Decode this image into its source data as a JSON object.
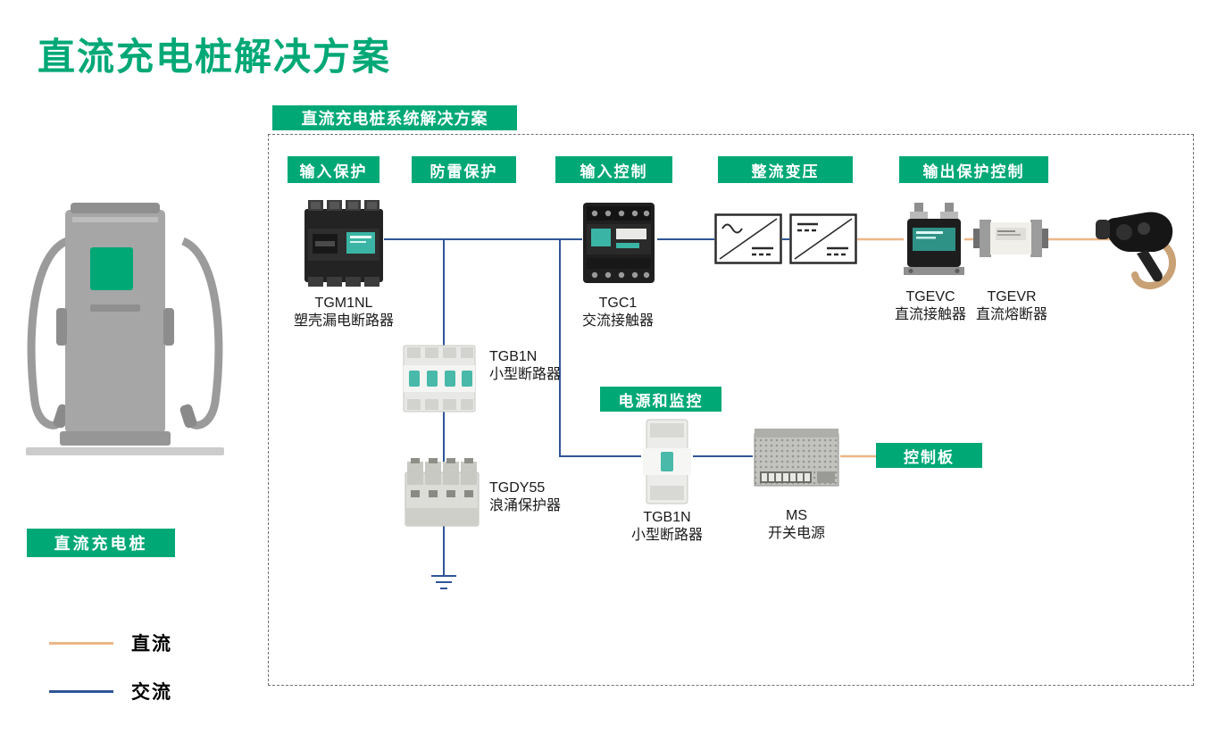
{
  "title": "直流充电桩解决方案",
  "banner": "直流充电桩系统解决方案",
  "stages": {
    "input_protection": "输入保护",
    "lightning_protection": "防雷保护",
    "input_control": "输入控制",
    "rectify_transform": "整流变压",
    "output_protection_control": "输出保护控制",
    "power_and_monitoring": "电源和监控",
    "control_board": "控制板"
  },
  "components": {
    "tgm1nl": {
      "model": "TGM1NL",
      "desc": "塑壳漏电断路器"
    },
    "tgb1n_main": {
      "model": "TGB1N",
      "desc": "小型断路器"
    },
    "tgdy55": {
      "model": "TGDY55",
      "desc": "浪涌保护器"
    },
    "tgc1": {
      "model": "TGC1",
      "desc": "交流接触器"
    },
    "tgevc": {
      "model": "TGEVC",
      "desc": "直流接触器"
    },
    "tgevr": {
      "model": "TGEVR",
      "desc": "直流熔断器"
    },
    "tgb1n_aux": {
      "model": "TGB1N",
      "desc": "小型断路器"
    },
    "ms": {
      "model": "MS",
      "desc": "开关电源"
    }
  },
  "pile_caption": "直流充电桩",
  "legend": {
    "dc_label": "直流",
    "ac_label": "交流"
  },
  "colors": {
    "brand_green": "#00A876",
    "dc_line": "#EDB687",
    "ac_line": "#2F5597"
  }
}
